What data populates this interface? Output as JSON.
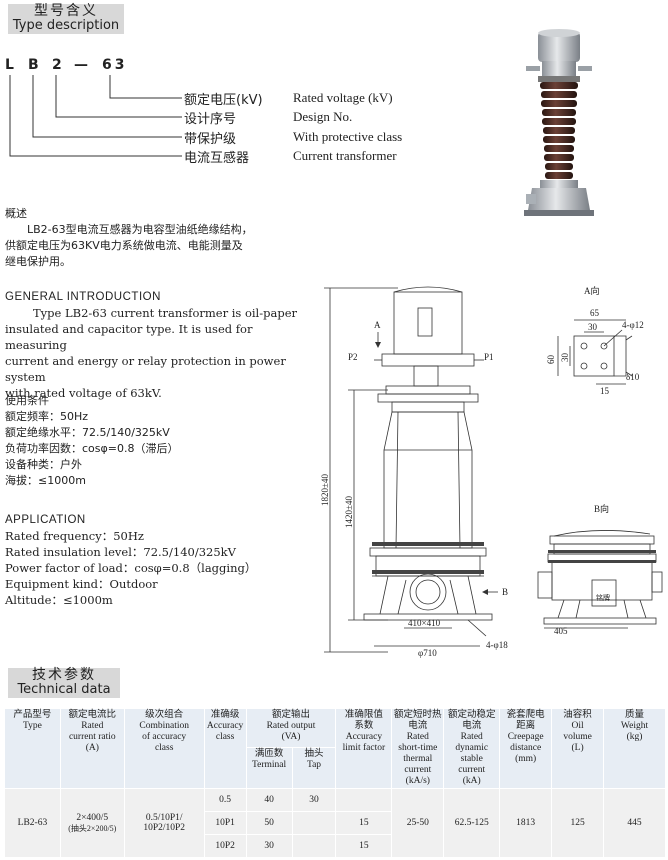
{
  "type_description": {
    "heading_cn": "型号含义",
    "heading_en": "Type description",
    "code_chars": [
      "L",
      "B",
      "2",
      "—",
      "63"
    ],
    "legend": [
      {
        "cn": "额定电压(kV)",
        "en": "Rated voltage (kV)"
      },
      {
        "cn": "设计序号",
        "en": "Design No."
      },
      {
        "cn": "带保护级",
        "en": "With protective class"
      },
      {
        "cn": "电流互感器",
        "en": "Current transformer"
      }
    ]
  },
  "overview_cn": {
    "heading": "概述",
    "line1": "LB2-63型电流互感器为电容型油纸绝缘结构，",
    "line2": "供额定电压为63KV电力系统做电流、电能测量及",
    "line3": "继电保护用。"
  },
  "general_intro": {
    "heading": "GENERAL INTRODUCTION",
    "line1": "Type LB2-63 current transformer is oil-paper",
    "line2": "insulated and capacitor type. It is used for measuring",
    "line3": "current and energy or relay protection in power system",
    "line4": "with rated voltage of 63kV."
  },
  "conditions_cn": {
    "heading": "使用条件",
    "line1": "额定频率：50Hz",
    "line2": "额定绝缘水平：72.5/140/325kV",
    "line3": "负荷功率因数：cosφ=0.8（滞后）",
    "line4": "设备种类：户外",
    "line5": "海拔：≤1000m"
  },
  "application": {
    "heading": "APPLICATION",
    "line1": "Rated frequency：50Hz",
    "line2": "Rated insulation level：72.5/140/325kV",
    "line3": "Power factor of load：cosφ=0.8（lagging）",
    "line4": "Equipment kind：Outdoor",
    "line5": "Altitude：≤1000m"
  },
  "drawing": {
    "view_a": "A向",
    "view_b": "B向",
    "arrow_a": "A",
    "arrow_b": "B",
    "p1": "P1",
    "p2": "P2",
    "dim_total_height": "1820±40",
    "dim_body_height": "1420±40",
    "dim_base_holes": "410×410",
    "dim_base_dia": "φ710",
    "dim_bolt": "4-φ18",
    "dim_b_width": "405",
    "a_dim_65": "65",
    "a_dim_30_top": "30",
    "a_dim_holes": "4-φ12",
    "a_dim_60": "60",
    "a_dim_30_side": "30",
    "a_dim_thick": "δ10",
    "a_dim_15": "15",
    "nameplate": "铭牌"
  },
  "technical": {
    "heading_cn": "技术参数",
    "heading_en": "Technical data",
    "columns": {
      "type": [
        "产品型号",
        "Type"
      ],
      "ratio": [
        "额定电流比",
        "Rated",
        "current ratio",
        "(A)"
      ],
      "accuracy_comb": [
        "级次组合",
        "Combination",
        "of accuracy",
        "class"
      ],
      "accuracy_class": [
        "准确级",
        "Accuracy",
        "class"
      ],
      "output": [
        "额定输出",
        "Rated output",
        "(VA)"
      ],
      "terminal": [
        "满匝数",
        "Terminal"
      ],
      "tap": [
        "抽头",
        "Tap"
      ],
      "limit": [
        "准确限值",
        "系数",
        "Accuracy",
        "limit factor"
      ],
      "thermal": [
        "额定短时热",
        "电流",
        "Rated",
        "short-time",
        "thermal",
        "current",
        "(kA/s)"
      ],
      "dynamic": [
        "额定动稳定",
        "电流",
        "Rated",
        "dynamic",
        "stable",
        "current",
        "(kA)"
      ],
      "creepage": [
        "瓷套爬电",
        "距离",
        "Creepage",
        "distance",
        "(mm)"
      ],
      "oil": [
        "油容积",
        "Oil",
        "volume",
        "(L)"
      ],
      "weight": [
        "质量",
        "Weight",
        "(kg)"
      ]
    },
    "row": {
      "type": "LB2-63",
      "ratio": "2×400/5",
      "ratio_note": "(抽头2×200/5)",
      "comb1": "0.5/10P1/",
      "comb2": "10P2/10P2",
      "thermal": "25-50",
      "dynamic": "62.5-125",
      "creepage": "1813",
      "oil": "125",
      "weight": "445"
    },
    "sub_rows": [
      {
        "class": "0.5",
        "terminal": "40",
        "tap": "30",
        "limit": ""
      },
      {
        "class": "10P1",
        "terminal": "50",
        "tap": "",
        "limit": "15"
      },
      {
        "class": "10P2",
        "terminal": "30",
        "tap": "",
        "limit": "15"
      }
    ]
  }
}
